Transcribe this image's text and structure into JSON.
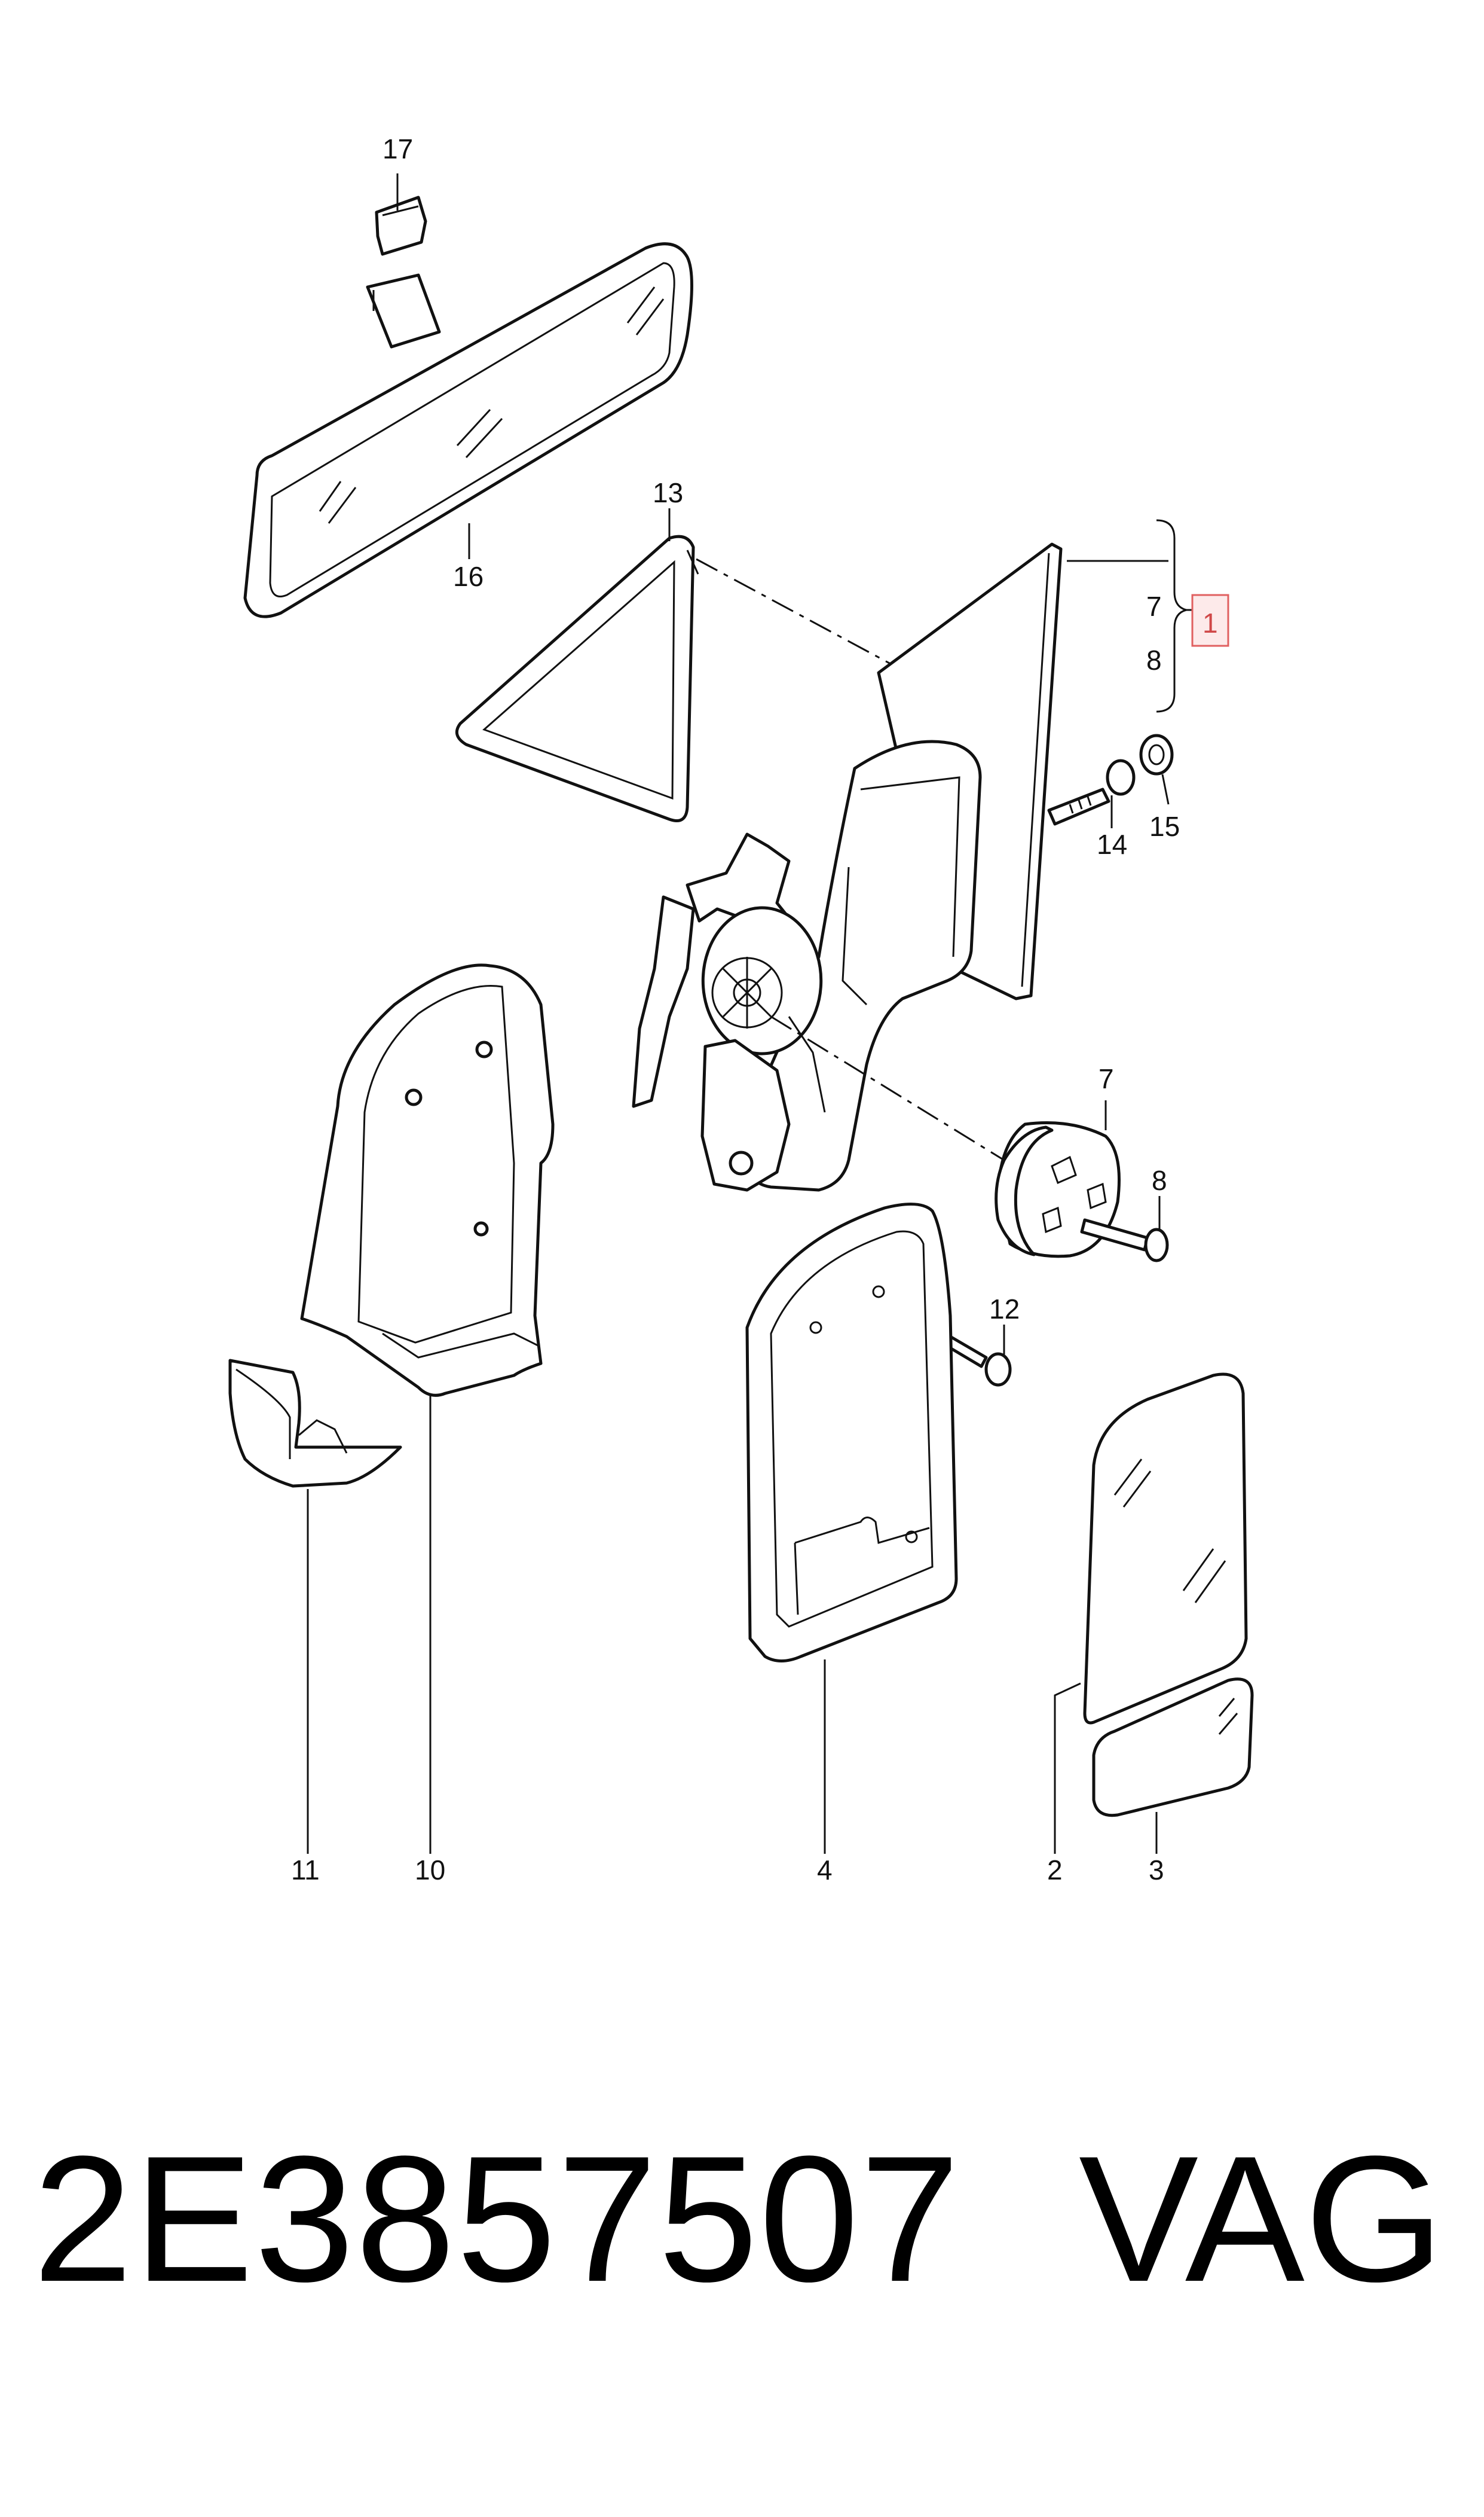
{
  "diagram": {
    "callouts": {
      "c17": "17",
      "c16": "16",
      "c13": "13",
      "c7_group": "7",
      "c8_group": "8",
      "c1": "1",
      "c14": "14",
      "c15": "15",
      "c7": "7",
      "c8": "8",
      "c12": "12",
      "c11": "11",
      "c10": "10",
      "c4": "4",
      "c2": "2",
      "c3": "3"
    },
    "highlight_color": "#e06060"
  },
  "footer": {
    "part_number": "2E3857507",
    "brand": "VAG"
  }
}
